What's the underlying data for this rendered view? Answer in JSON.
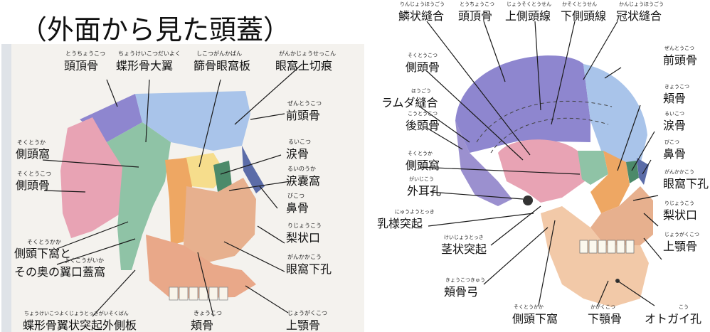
{
  "page_title": "（外面から見た頭蓋）",
  "left_labels": [
    {
      "text": "頭頂骨",
      "ruby": "とうちょうこつ"
    },
    {
      "text": "蝶形骨大翼",
      "ruby": "ちょうけいこつだいよく"
    },
    {
      "text": "篩骨眼窩板",
      "ruby": "しこつがんかばん"
    },
    {
      "text": "眼窩上切痕",
      "ruby": "がんかじょうせっこん"
    },
    {
      "text": "前頭骨",
      "ruby": "ぜんとうこつ"
    },
    {
      "text": "側頭窩",
      "ruby": "そくとうか"
    },
    {
      "text": "側頭骨",
      "ruby": "そくとうこつ"
    },
    {
      "text": "涙骨",
      "ruby": "るいこつ"
    },
    {
      "text": "涙嚢窩",
      "ruby": "るいのうか"
    },
    {
      "text": "鼻骨",
      "ruby": "びこつ"
    },
    {
      "text": "梨状口",
      "ruby": "りじょうこう"
    },
    {
      "text": "側頭下窩と",
      "ruby": "そくとうかか"
    },
    {
      "text": "その奥の翼口蓋窩",
      "ruby": "よくこうがいか"
    },
    {
      "text": "眼窩下孔",
      "ruby": "がんかかこう"
    },
    {
      "text": "蝶形骨翼状突起外側板",
      "ruby": "ちょうけいこつよくじょうとっきがいそくばん"
    },
    {
      "text": "頬骨",
      "ruby": "きょうこつ"
    },
    {
      "text": "上顎骨",
      "ruby": "じょうがくこつ"
    }
  ],
  "right_labels": [
    {
      "text": "鱗状縫合",
      "ruby": "りんじょうほうごう"
    },
    {
      "text": "頭頂骨",
      "ruby": "とうちょうこつ"
    },
    {
      "text": "上側頭線",
      "ruby": "じょうそくとうせん"
    },
    {
      "text": "下側頭線",
      "ruby": "かそくとうせん"
    },
    {
      "text": "冠状縫合",
      "ruby": "かんじょうほうごう"
    },
    {
      "text": "前頭骨",
      "ruby": "ぜんとうこつ"
    },
    {
      "text": "側頭骨",
      "ruby": "そくとうこつ"
    },
    {
      "text": "頬骨",
      "ruby": "きょうこつ"
    },
    {
      "text": "ラムダ縫合",
      "ruby": "ほうごう"
    },
    {
      "text": "涙骨",
      "ruby": "るいこつ"
    },
    {
      "text": "後頭骨",
      "ruby": "こうとうこつ"
    },
    {
      "text": "鼻骨",
      "ruby": "びこつ"
    },
    {
      "text": "側頭窩",
      "ruby": "そくとうか"
    },
    {
      "text": "眼窩下孔",
      "ruby": "がんかかこう"
    },
    {
      "text": "外耳孔",
      "ruby": "がいじこう"
    },
    {
      "text": "梨状口",
      "ruby": "りじょうこう"
    },
    {
      "text": "乳様突起",
      "ruby": "にゅうようとっき"
    },
    {
      "text": "上顎骨",
      "ruby": "じょうがくこつ"
    },
    {
      "text": "茎状突起",
      "ruby": "けいじょうとっき"
    },
    {
      "text": "頬骨弓",
      "ruby": "きょうこつきゅう"
    },
    {
      "text": "側頭下窩",
      "ruby": "そくとうかか"
    },
    {
      "text": "下顎骨",
      "ruby": "かがくこつ"
    },
    {
      "text": "オトガイ孔",
      "ruby": "こう"
    }
  ],
  "colors": {
    "parietal": "#8e86cf",
    "frontal": "#a9c4ea",
    "temporal": "#e8a3b4",
    "sphenoid": "#8fc3a6",
    "zygomatic": "#eea763",
    "maxilla": "#e7b08e",
    "mandible": "#f2c9a8",
    "occipital": "#9b90cf",
    "ethmoid": "#f6dd8c",
    "lacrimal": "#4c8a6a",
    "nasal": "#5b6ca8"
  }
}
